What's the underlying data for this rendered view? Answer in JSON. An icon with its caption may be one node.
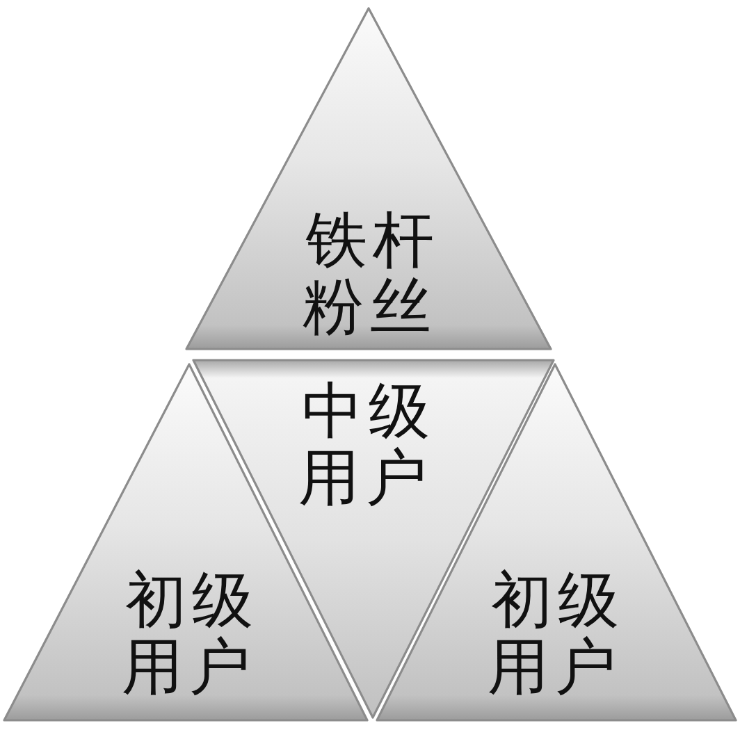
{
  "diagram": {
    "nodes": [
      {
        "text": [
          "铁杆粉丝"
        ]
      },
      {
        "text": [
          "中级用户"
        ]
      },
      {
        "text": [
          "初级用户"
        ]
      },
      {
        "text": [
          "初级用户"
        ]
      }
    ]
  }
}
